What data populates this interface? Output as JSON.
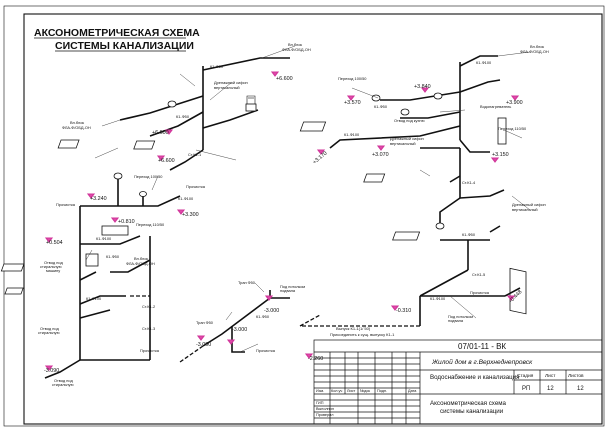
{
  "title": {
    "line1": "АКСОНОМЕТРИЧЕСКАЯ СХЕМА",
    "line2": "СИСТЕМЫ КАНАЛИЗАЦИИ"
  },
  "stamp": {
    "code": "07/01-11 - ВК",
    "object": "Жилой дом в г.Верхнеднепровск",
    "section": "Водоснабжение и канализация",
    "sheet_title_1": "Аксонометрическая схема",
    "sheet_title_2": "системы канализации",
    "col_headers": [
      "Изм.",
      "Кол.уч",
      "Лист",
      "№док",
      "Подп.",
      "Дата"
    ],
    "roles": [
      "ГИП",
      "Выполнил",
      "Проверил"
    ],
    "stage_label": "Стадия",
    "sheet_label": "Лист",
    "sheets_label": "Листов",
    "stage": "РП",
    "sheet": "12",
    "sheets": "12",
    "side_note_1": "Выпуск К1-1(1/ 50)",
    "side_note_2": "Присоединить к сущ. выпуску К1-1"
  },
  "colors": {
    "ink": "#111111",
    "elev": "#e04aa8"
  },
  "elevations": [
    {
      "id": "e1",
      "text": "+6.600"
    },
    {
      "id": "e2",
      "text": "+6.600"
    },
    {
      "id": "e3",
      "text": "+6.600"
    },
    {
      "id": "e4",
      "text": "+3.840"
    },
    {
      "id": "e5",
      "text": "+3.900"
    },
    {
      "id": "e6",
      "text": "+3.570"
    },
    {
      "id": "e7",
      "text": "+3.170"
    },
    {
      "id": "e8",
      "text": "+3.070"
    },
    {
      "id": "e9",
      "text": "+3.150"
    },
    {
      "id": "e10",
      "text": "+3.300"
    },
    {
      "id": "e11",
      "text": "+3.240"
    },
    {
      "id": "e12",
      "text": "+0.810"
    },
    {
      "id": "e13",
      "text": "+0.504"
    },
    {
      "id": "e14",
      "text": "-0.310"
    },
    {
      "id": "e15",
      "text": "-0.448"
    },
    {
      "id": "e16",
      "text": "-2.260"
    },
    {
      "id": "e17",
      "text": "-3.000"
    },
    {
      "id": "e18",
      "text": "-3.090"
    },
    {
      "id": "e19",
      "text": "-3.000"
    },
    {
      "id": "e20",
      "text": "-3.000"
    }
  ],
  "labels": {
    "vent1": "Вн.блок",
    "vent1b": "ФЛА-Ф/ОБД-ОН",
    "vent2": "Вн.блок",
    "vent2b": "ФЛА-Ф/ОБД-ОН",
    "vent3": "Вн.блок",
    "vent3b": "ФЛА-Ф/ОБД-ОН",
    "vent4": "Вн.блок",
    "vent4b": "ФЛА-Ф/ОБД-ОН",
    "drain1": "Дренажный сифон",
    "drain1b": "вертикальный",
    "drain2": "Дренажный сифон",
    "drain2b": "вертикальный",
    "drain3": "Дренажный сифон",
    "drain3b": "вертикальный",
    "transfer1": "Переход 100/50",
    "transfer2": "Переход 100/50",
    "transfer3": "Переход 110/50",
    "transfer4": "Переход 110/50",
    "clean1": "Прочистка",
    "clean2": "Прочистка",
    "clean3": "Прочистка",
    "clean4": "Прочистка",
    "clean5": "Прочистка",
    "riser1": "Ст.К1-1",
    "riser2": "Ст.К1-2",
    "riser3": "Ст.К1-3",
    "riser4": "Ст.К1-4",
    "riser5": "Ст.К1-5",
    "trap1": "Трап Ф50",
    "trap2": "Трап Ф50",
    "grid1": "Под потолком",
    "grid1b": "подвала",
    "grid2": "Под потолком",
    "grid2b": "подвала",
    "k_a": "К1-Ф50",
    "k_b": "К1-Ф50",
    "k_c": "К1-Ф100",
    "k_d": "К1-Ф100",
    "k_e": "К1-Ф50",
    "k_f": "К1-Ф100",
    "k_g": "К1-Ф50",
    "k_h": "К1-Ф100",
    "k_i": "К1-Ф100",
    "k_j": "К1-Ф50",
    "k_k": "К1-Ф50",
    "k_l": "К1-Ф100",
    "washing": "Отвод под",
    "washingb": "стиральную",
    "washingc": "машину",
    "sink": "Отвод под",
    "sinkb": "стиральную",
    "out1": "Отвод под",
    "out1b": "стиральную",
    "kitchen1": "Отвод под кухню",
    "heater": "Водонагреватель"
  }
}
